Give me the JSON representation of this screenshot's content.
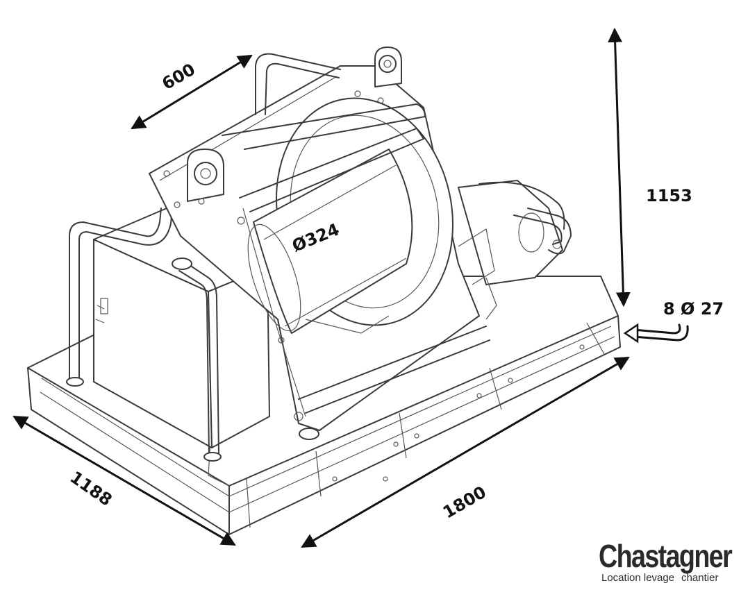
{
  "drawing": {
    "dimensions": {
      "depth": "600",
      "height": "1153",
      "drum_diameter": "Ø324",
      "holes": "8 Ø 27",
      "width": "1188",
      "length": "1800"
    }
  },
  "brand": {
    "name": "Chastagner",
    "tagline_left": "Location levage",
    "tagline_right": "chantier"
  },
  "colors": {
    "line": "#3a3a3a",
    "dimension": "#111111",
    "background": "#ffffff",
    "logo": "#2a2a2a"
  }
}
